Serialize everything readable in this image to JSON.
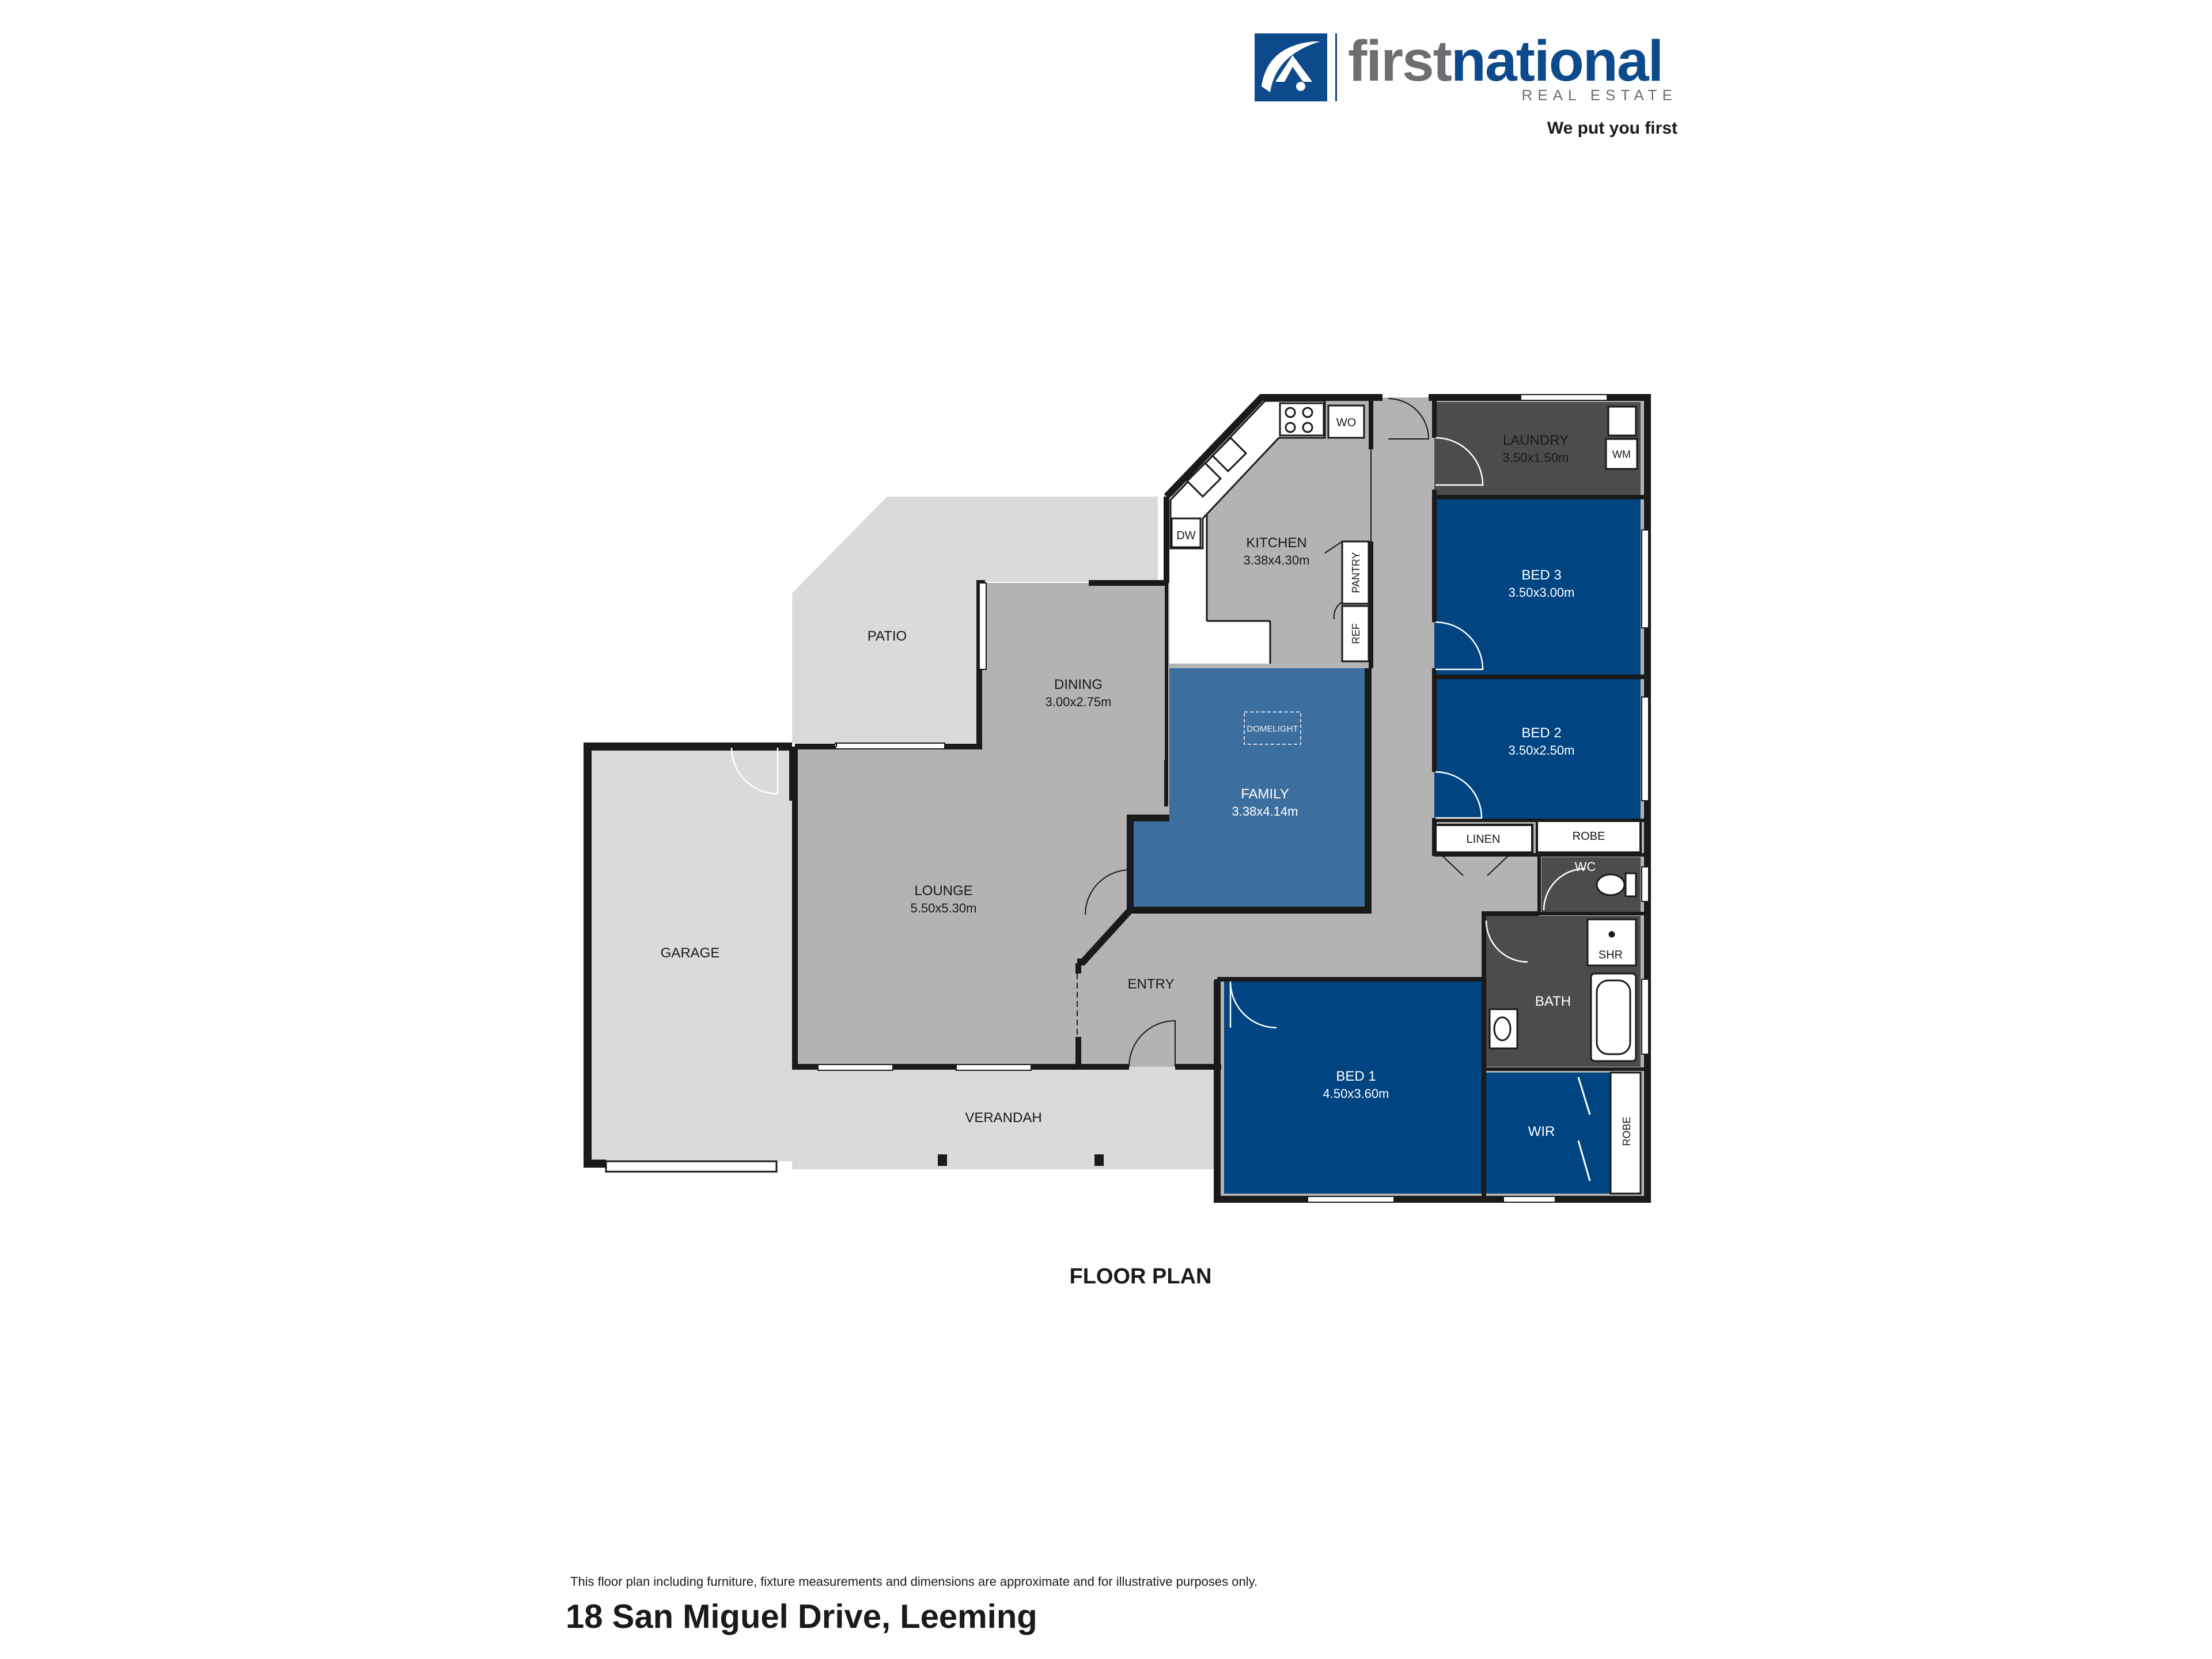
{
  "brand": {
    "name_part1": "first",
    "name_part2": "national",
    "sub": "REAL ESTATE",
    "tagline": "We put you first",
    "colors": {
      "navy": "#0d4a8c",
      "grey": "#6d6e71"
    }
  },
  "plan_title": "FLOOR PLAN",
  "disclaimer": "This floor plan including furniture, fixture measurements and dimensions are approximate and for illustrative purposes only.",
  "address": "18 San Miguel Drive, Leeming",
  "rooms": {
    "laundry": {
      "name": "LAUNDRY",
      "size": "3.50x1.50m"
    },
    "kitchen": {
      "name": "KITCHEN",
      "size": "3.38x4.30m"
    },
    "bed3": {
      "name": "BED 3",
      "size": "3.50x3.00m"
    },
    "bed2": {
      "name": "BED 2",
      "size": "3.50x2.50m"
    },
    "dining": {
      "name": "DINING",
      "size": "3.00x2.75m"
    },
    "family": {
      "name": "FAMILY",
      "size": "3.38x4.14m"
    },
    "lounge": {
      "name": "LOUNGE",
      "size": "5.50x5.30m"
    },
    "bed1": {
      "name": "BED 1",
      "size": "4.50x3.60m"
    },
    "patio": {
      "name": "PATIO"
    },
    "garage": {
      "name": "GARAGE"
    },
    "entry": {
      "name": "ENTRY"
    },
    "verandah": {
      "name": "VERANDAH"
    },
    "wc": {
      "name": "WC"
    },
    "bath": {
      "name": "BATH"
    },
    "wir": {
      "name": "WIR"
    }
  },
  "fixtures": {
    "wo": "WO",
    "dw": "DW",
    "pantry": "PANTRY",
    "ref": "REF",
    "wm": "WM",
    "linen": "LINEN",
    "robe": "ROBE",
    "robe_wir": "ROBE",
    "shr": "SHR",
    "domelight": "DOMELIGHT"
  },
  "plan_colors": {
    "wall": "#1a1a1a",
    "circulation": "#b3b3b3",
    "outdoor": "#dadada",
    "bedroom": "#004481",
    "family": "#3d6f9e",
    "wet_area": "#4c4c4c"
  }
}
